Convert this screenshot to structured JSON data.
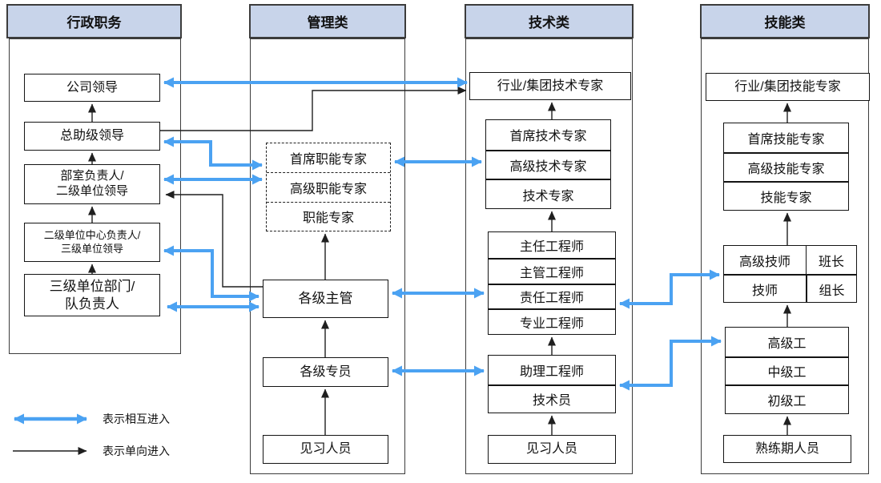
{
  "headers": {
    "admin": "行政职务",
    "management": "管理类",
    "technical": "技术类",
    "skill": "技能类"
  },
  "admin": {
    "company_leader": "公司领导",
    "assistant_general_leader": "总助级领导",
    "dept_head_line1": "部室负责人/",
    "dept_head_line2": "二级单位领导",
    "center_head_line1": "二级单位中心负责人/",
    "center_head_line2": "三级单位领导",
    "third_unit_line1": "三级单位部门/",
    "third_unit_line2": "队负责人"
  },
  "management": {
    "chief_functional_expert": "首席职能专家",
    "senior_functional_expert": "高级职能专家",
    "functional_expert": "职能专家",
    "supervisors": "各级主管",
    "specialists": "各级专员",
    "trainee": "见习人员"
  },
  "technical": {
    "industry_group_expert": "行业/集团技术专家",
    "chief_tech_expert": "首席技术专家",
    "senior_tech_expert": "高级技术专家",
    "tech_expert": "技术专家",
    "chief_engineer": "主任工程师",
    "supervising_engineer": "主管工程师",
    "responsible_engineer": "责任工程师",
    "professional_engineer": "专业工程师",
    "assistant_engineer": "助理工程师",
    "technician": "技术员",
    "trainee": "见习人员"
  },
  "skill": {
    "industry_group_expert": "行业/集团技能专家",
    "chief_skill_expert": "首席技能专家",
    "senior_skill_expert": "高级技能专家",
    "skill_expert": "技能专家",
    "senior_technician": "高级技师",
    "squad_leader": "班长",
    "technician": "技师",
    "group_leader": "组长",
    "senior_worker": "高级工",
    "intermediate_worker": "中级工",
    "junior_worker": "初级工",
    "apprentice": "熟练期人员"
  },
  "legend": {
    "mutual": "表示相互进入",
    "one_way": "表示单向进入"
  },
  "colors": {
    "header_bg": "#c8d4ea",
    "arrow_blue": "#4ba2f2",
    "line_black": "#1f1f1f"
  }
}
